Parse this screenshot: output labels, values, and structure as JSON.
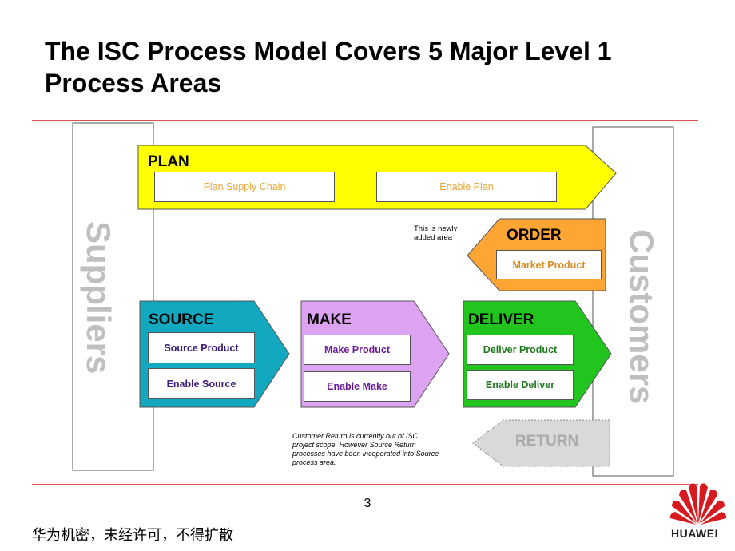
{
  "title": "The ISC Process Model Covers 5 Major Level 1 Process Areas",
  "suppliers_label": "Suppliers",
  "customers_label": "Customers",
  "plan": {
    "heading": "PLAN",
    "items": [
      "Plan Supply Chain",
      "Enable Plan"
    ]
  },
  "order": {
    "heading": "ORDER",
    "items": [
      "Market Product"
    ]
  },
  "order_note": "This is newly added area",
  "source": {
    "heading": "SOURCE",
    "items": [
      "Source Product",
      "Enable Source"
    ]
  },
  "make": {
    "heading": "MAKE",
    "items": [
      "Make Product",
      "Enable Make"
    ]
  },
  "deliver": {
    "heading": "DELIVER",
    "items": [
      "Deliver Product",
      "Enable Deliver"
    ]
  },
  "return_label": "RETURN",
  "return_note": "Customer Return is currently out of ISC project scope.  However Source Return processes have been incoporated into Source process area.",
  "footer": {
    "page_number": "3",
    "confidential": "华为机密，未经许可，不得扩散",
    "brand": "HUAWEI"
  },
  "colors": {
    "plan": "#ffff00",
    "order": "#ffa533",
    "source": "#12a8c0",
    "make": "#dda3f2",
    "deliver": "#22c51e",
    "return": "#d9d9d9",
    "rule": "#d9534f",
    "plan_text": "#e8a63a",
    "order_text": "#d98a1e",
    "source_text": "#3a1a7a",
    "make_text": "#6a1a9a",
    "deliver_text": "#1f7a1f",
    "brand": "#d71920"
  }
}
